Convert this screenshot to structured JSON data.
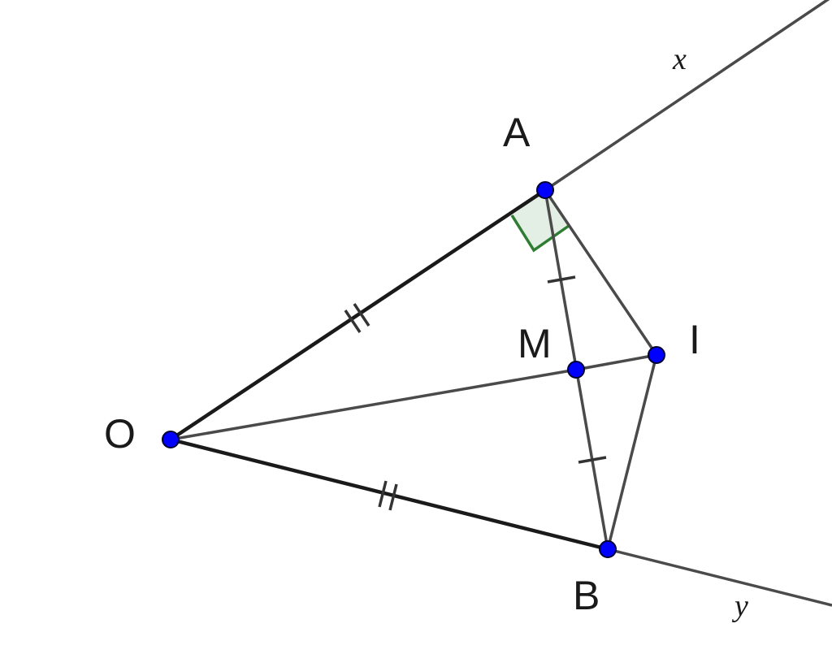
{
  "figure": {
    "colors": {
      "line": "#4a4a4a",
      "bold_line": "#1a1a1a",
      "point_fill": "#0000ff",
      "point_stroke": "#000033",
      "right_angle_stroke": "#2e7d32",
      "right_angle_fill": "#e3efe5",
      "background": "#ffffff"
    },
    "labels": {
      "O": "O",
      "A": "A",
      "B": "B",
      "M": "M",
      "I": "I",
      "x": "x",
      "y": "y"
    }
  }
}
